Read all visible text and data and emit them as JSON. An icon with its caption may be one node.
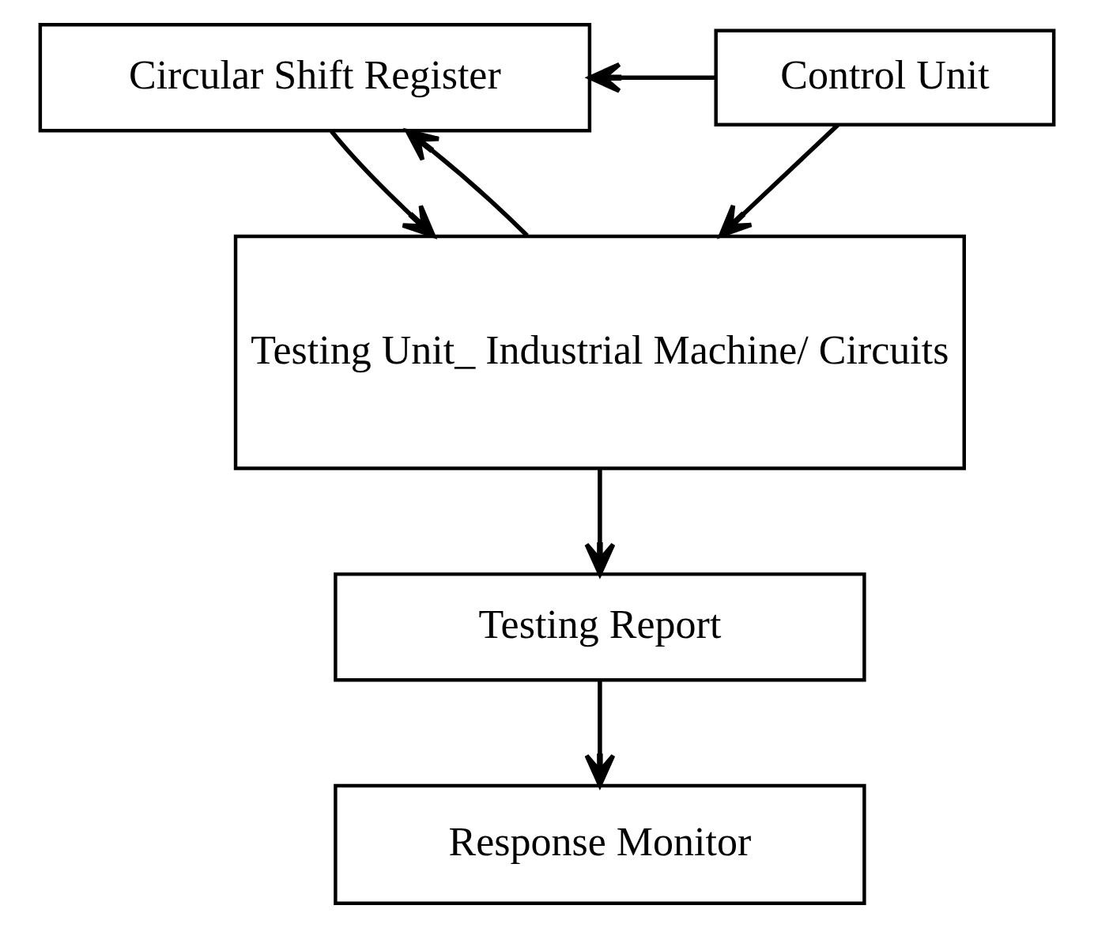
{
  "diagram": {
    "nodes": [
      {
        "text": [
          "Circular Shift Register"
        ]
      },
      {
        "text": [
          "Control Unit"
        ]
      },
      {
        "text": [
          "Testing Unit_ Industrial Machine/ Circuits"
        ]
      },
      {
        "text": [
          "Testing Report"
        ]
      },
      {
        "text": [
          "Response Monitor"
        ]
      }
    ],
    "edges": [
      {
        "from": 2,
        "to": 0,
        "arrow": "to"
      },
      {
        "from": 1,
        "to": 0,
        "arrow": "to"
      },
      {
        "from": 0,
        "to": 2,
        "arrow": "to"
      },
      {
        "from": 1,
        "to": 2,
        "arrow": "to"
      },
      {
        "from": 2,
        "to": 3,
        "arrow": "to"
      },
      {
        "from": 3,
        "to": 4,
        "arrow": "to"
      }
    ]
  }
}
